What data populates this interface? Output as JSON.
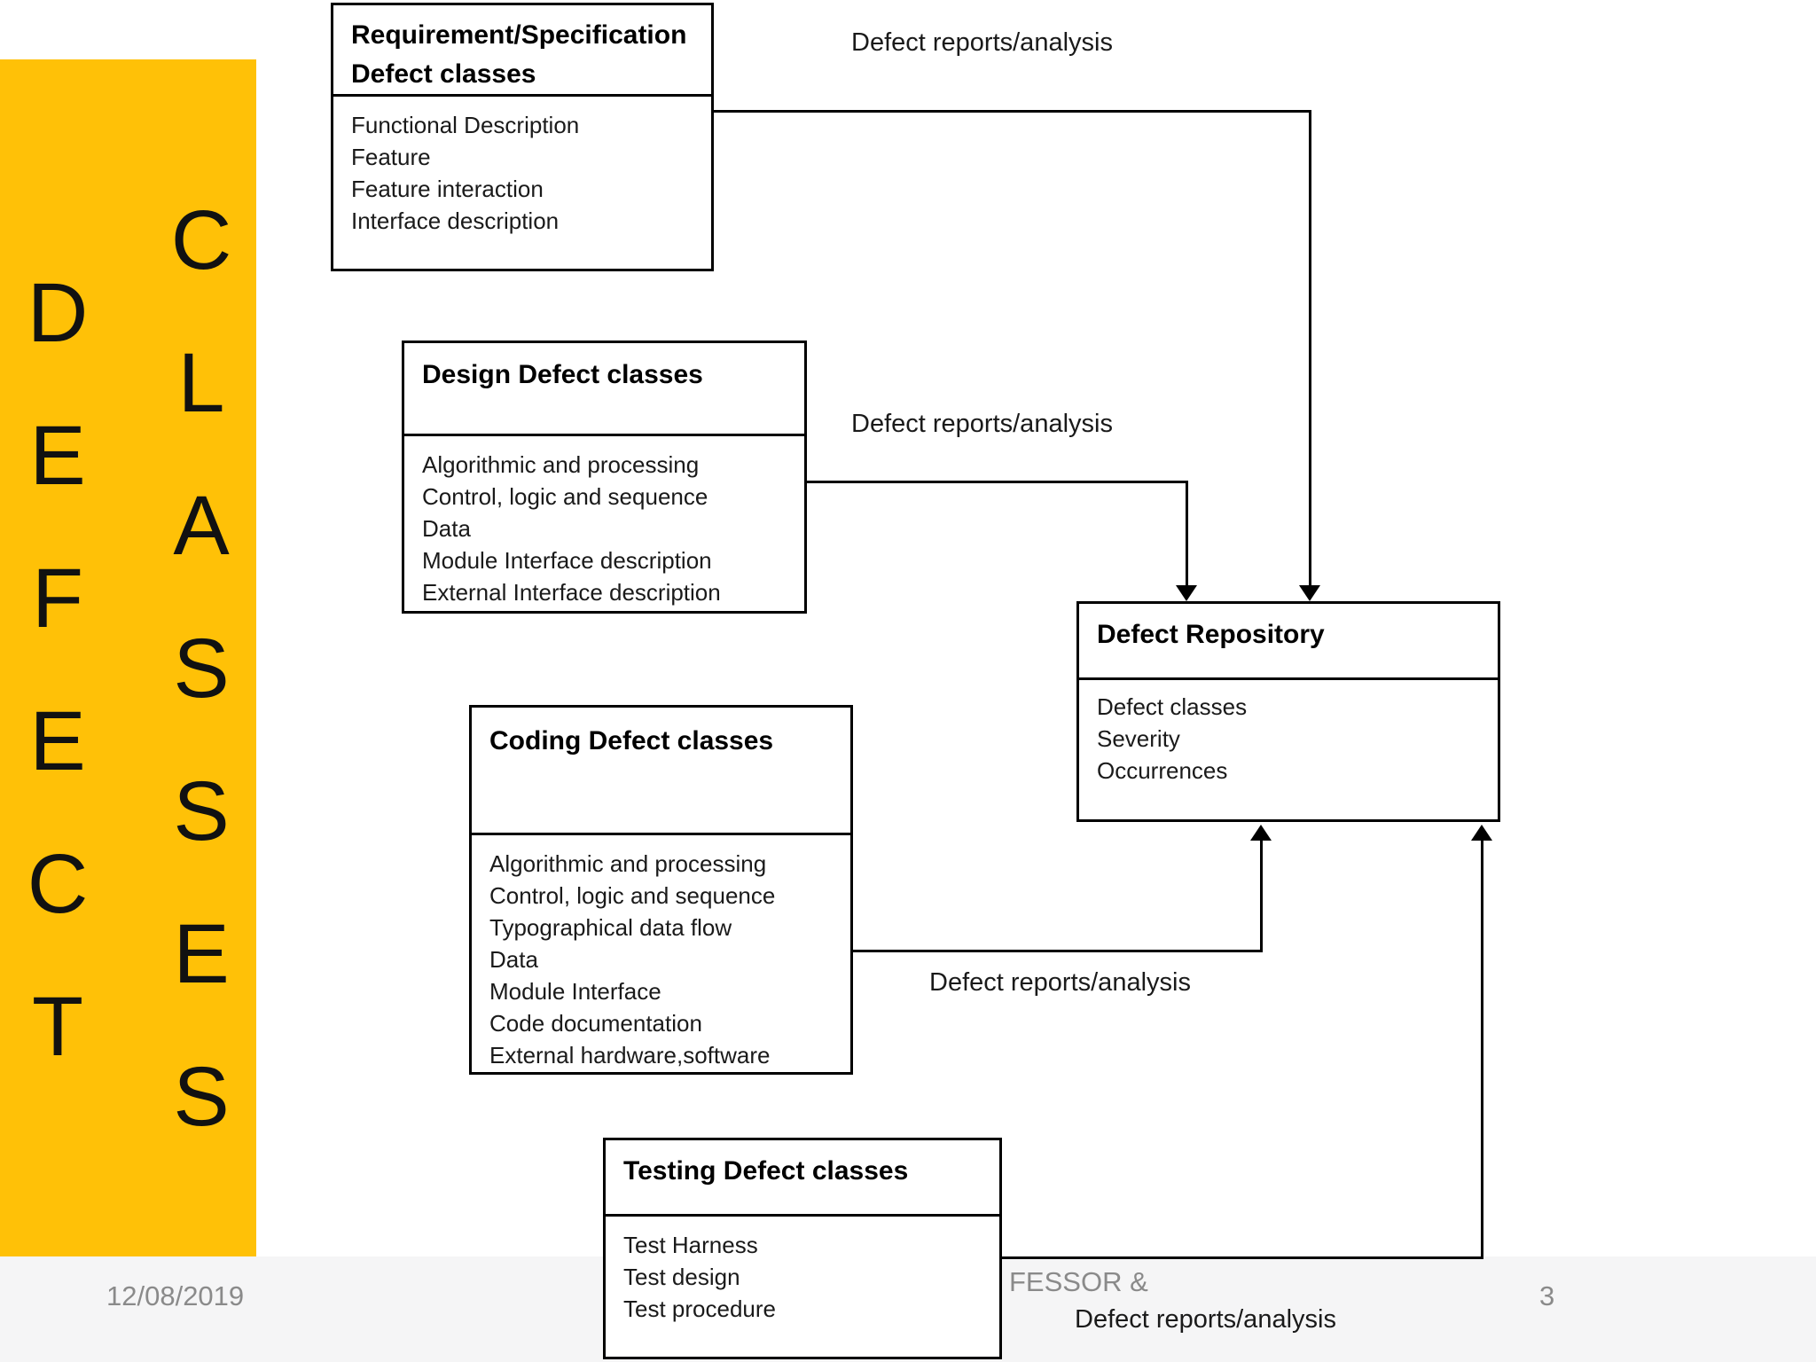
{
  "banner": {
    "color": "#FFC107",
    "word_top": "DEFECT",
    "word_bottom": "CLASSES",
    "letters_defect": [
      "D",
      "E",
      "F",
      "E",
      "C",
      "T"
    ],
    "letters_classes": [
      "C",
      "L",
      "A",
      "S",
      "S",
      "E",
      "S"
    ]
  },
  "boxes": {
    "requirement": {
      "title": "Requirement/Specification Defect classes",
      "title_line1": "Requirement/Specification",
      "title_line2": "Defect classes",
      "items": [
        "Functional Description",
        "Feature",
        "Feature interaction",
        "Interface description"
      ]
    },
    "design": {
      "title": "Design Defect classes",
      "items": [
        "Algorithmic and processing",
        "Control, logic and sequence",
        "Data",
        "Module Interface description",
        "External Interface description"
      ]
    },
    "coding": {
      "title": "Coding Defect classes",
      "items": [
        "Algorithmic and processing",
        "Control, logic and sequence",
        "Typographical data flow",
        "Data",
        "Module Interface",
        "Code documentation",
        "External hardware,software"
      ]
    },
    "testing": {
      "title": "Testing Defect classes",
      "items": [
        "Test Harness",
        "Test design",
        "Test procedure"
      ]
    },
    "repository": {
      "title": "Defect Repository",
      "items": [
        "Defect classes",
        "Severity",
        "Occurrences"
      ]
    }
  },
  "connector_labels": {
    "requirement": "Defect reports/analysis",
    "design": "Defect reports/analysis",
    "coding": "Defect reports/analysis",
    "testing": "Defect reports/analysis"
  },
  "footer": {
    "date": "12/08/2019",
    "partial_text": "FESSOR &",
    "page_number": "3",
    "text_color": "#8a8a8a"
  }
}
